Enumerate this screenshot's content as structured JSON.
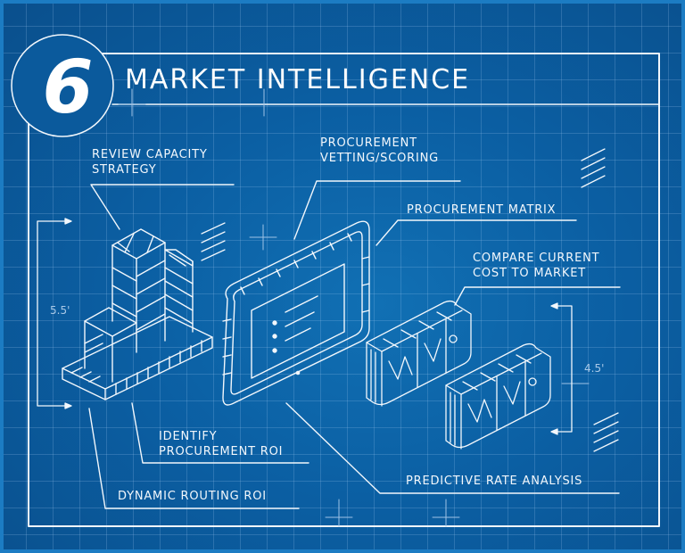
{
  "header": {
    "step_number": "6",
    "title": "MARKET INTELLIGENCE"
  },
  "labels": {
    "review_capacity": {
      "line1": "REVIEW CAPACITY",
      "line2": "STRATEGY"
    },
    "vetting": {
      "line1": "PROCUREMENT",
      "line2": "VETTING/SCORING"
    },
    "matrix": "PROCUREMENT MATRIX",
    "compare": {
      "line1": "COMPARE CURRENT",
      "line2": "COST TO MARKET"
    },
    "identify_roi": {
      "line1": "IDENTIFY",
      "line2": "PROCUREMENT ROI"
    },
    "dynamic_routing": "DYNAMIC ROUTING ROI",
    "predictive_rate": "PREDICTIVE RATE ANALYSIS"
  },
  "dimensions": {
    "left": "5.5'",
    "right": "4.5'"
  },
  "colors": {
    "background": "#0b5fa3",
    "line": "#ffffff",
    "grid": "#5e98cc",
    "edge": "#1c7cc3"
  }
}
